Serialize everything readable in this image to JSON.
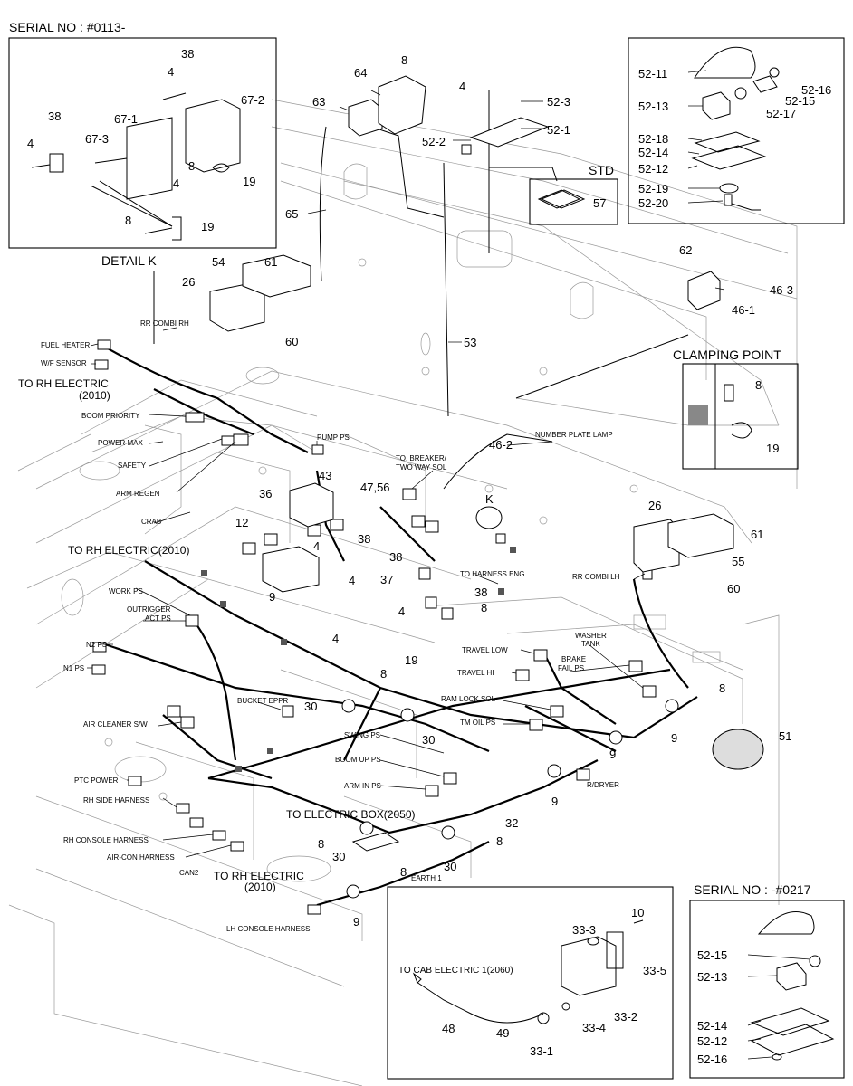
{
  "inset_top_left": {
    "title": "SERIAL NO : #0113-",
    "parts": [
      "38",
      "4",
      "67-2",
      "38",
      "67-1",
      "4",
      "67-3",
      "8",
      "4",
      "19",
      "8",
      "19"
    ]
  },
  "inset_top_right": {
    "parts": [
      "52-11",
      "52-16",
      "52-15",
      "52-13",
      "52-17",
      "52-18",
      "52-14",
      "52-12",
      "52-19",
      "52-20"
    ]
  },
  "inset_std": {
    "title": "STD",
    "parts": [
      "57"
    ]
  },
  "inset_clamp": {
    "title": "CLAMPING POINT",
    "parts": [
      "8",
      "19"
    ]
  },
  "inset_bottom_right": {
    "title": "SERIAL NO : -#0217",
    "parts": [
      "52-15",
      "52-13",
      "52-14",
      "52-12",
      "52-16"
    ]
  },
  "inset_cab": {
    "title": "TO CAB ELECTRIC 1(2060)",
    "parts": [
      "10",
      "33-3",
      "33-5",
      "33-2",
      "33-4",
      "48",
      "49",
      "33-1"
    ]
  },
  "callouts": {
    "c8a": "8",
    "c4a": "4",
    "c52_3": "52-3",
    "c64": "64",
    "c63": "63",
    "c52_2": "52-2",
    "c52_1": "52-1",
    "c65": "65",
    "c53": "53",
    "c62": "62",
    "c46_3": "46-3",
    "c46_1": "46-1",
    "c54": "54",
    "c61a": "61",
    "c26a": "26",
    "c60a": "60",
    "c43": "43",
    "c47_56": "47,56",
    "c36": "36",
    "c12": "12",
    "c38a": "38",
    "c4b": "4",
    "c9a": "9",
    "c38b": "38",
    "c37": "37",
    "c4c": "4",
    "c38c": "38",
    "c8b": "8",
    "c4d": "4",
    "c19": "19",
    "c46_2": "46-2",
    "cK": "K",
    "c26b": "26",
    "c61b": "61",
    "c55": "55",
    "c60b": "60",
    "c8c": "8",
    "c30a": "30",
    "c30b": "30",
    "c9b": "9",
    "c9c": "9",
    "c8d": "8",
    "c51": "51",
    "c9d": "9",
    "c32": "32",
    "c8e": "8",
    "c8f": "8",
    "c30c": "30",
    "c30d": "30",
    "c8g": "8",
    "c9e": "9"
  },
  "labels": {
    "detail_k": "DETAIL K",
    "rr_combi_rh": "RR COMBI RH",
    "fuel_heater": "FUEL HEATER",
    "wf_sensor": "W/F SENSOR",
    "to_rh_electric_2010_a": "TO RH ELECTRIC",
    "to_rh_electric_2010_a2": "(2010)",
    "boom_priority": "BOOM PRIORITY",
    "power_max": "POWER MAX",
    "safety": "SAFETY",
    "arm_regen": "ARM REGEN",
    "crab": "CRAB",
    "pump_ps": "PUMP PS",
    "to_breaker": "TO. BREAKER/",
    "two_way_sol": "TWO WAY SOL",
    "number_plate_lamp": "NUMBER PLATE LAMP",
    "to_rh_electric_2010_b": "TO RH ELECTRIC(2010)",
    "to_harness_eng": "TO HARNESS ENG",
    "rr_combi_lh": "RR COMBI LH",
    "work_ps": "WORK PS",
    "outrigger_act_ps": "OUTRIGGER",
    "outrigger_act_ps2": "ACT PS",
    "n2_ps": "N2 PS",
    "n1_ps": "N1 PS",
    "washer_tank": "WASHER",
    "washer_tank2": "TANK",
    "travel_low": "TRAVEL LOW",
    "brake_fail_ps": "BRAKE",
    "brake_fail_ps2": "FAIL PS",
    "travel_hi": "TRAVEL HI",
    "bucket_eppr": "BUCKET EPPR",
    "air_cleaner_sw": "AIR CLEANER S/W",
    "ram_lock_sol": "RAM LOCK SOL",
    "tm_oil_ps": "TM OIL PS",
    "swing_ps": "SWING PS",
    "boom_up_ps": "BOOM UP PS",
    "ptc_power": "PTC POWER",
    "rh_side_harness": "RH SIDE HARNESS",
    "arm_in_ps": "ARM IN PS",
    "r_dryer": "R/DRYER",
    "to_electric_box": "TO ELECTRIC BOX(2050)",
    "rh_console_harness": "RH CONSOLE HARNESS",
    "air_con_harness": "AIR-CON HARNESS",
    "can2": "CAN2",
    "to_rh_electric_2010_c": "TO RH ELECTRIC",
    "to_rh_electric_2010_c2": "(2010)",
    "earth1": "EARTH 1",
    "lh_console_harness": "LH CONSOLE HARNESS"
  }
}
